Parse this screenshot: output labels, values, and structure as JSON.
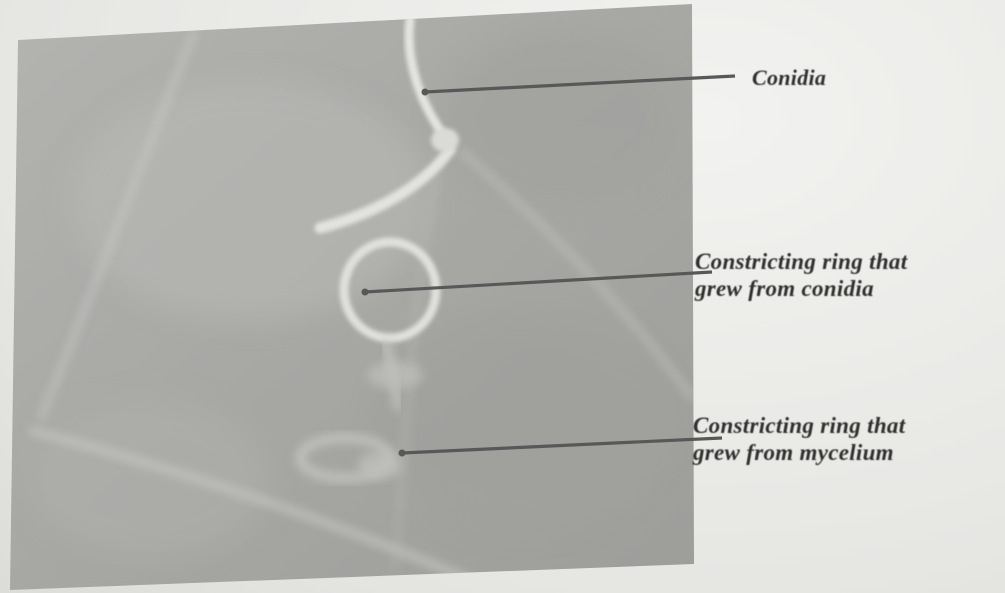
{
  "labels": {
    "conidia": "Conidia",
    "ring_from_conidia": [
      "Constricting ring that",
      "grew from conidia"
    ],
    "ring_from_mycelium": [
      "Constricting ring that",
      "grew from mycelium"
    ]
  },
  "colors": {
    "background": "#ededeb",
    "micrograph": "#a9a9a6",
    "micrograph_light": "#c9c9c6",
    "leader_line": "#5a5a5a",
    "text": "#2f2f2f"
  }
}
